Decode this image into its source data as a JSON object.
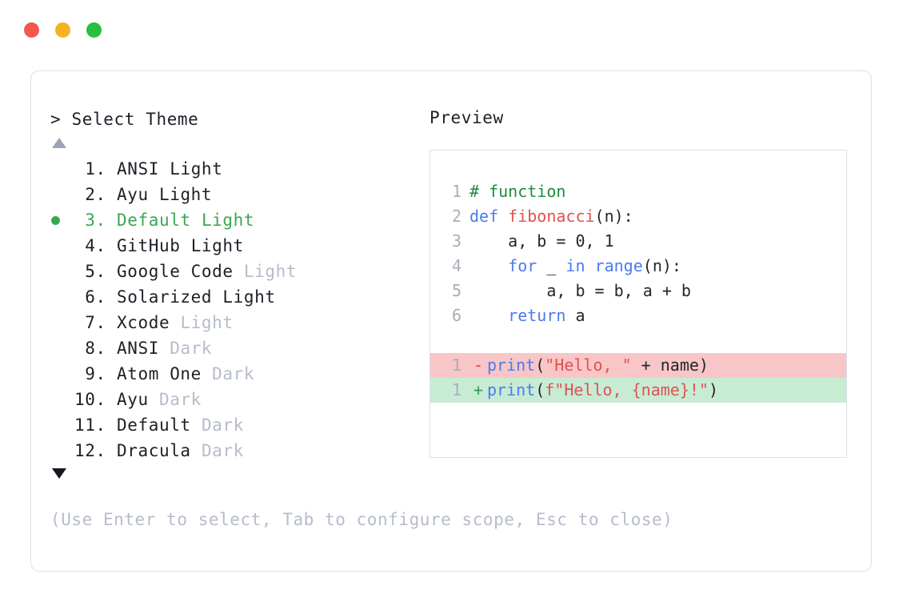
{
  "window": {
    "traffic_lights": [
      {
        "name": "close",
        "color": "#f2584f"
      },
      {
        "name": "minimize",
        "color": "#f5b324"
      },
      {
        "name": "maximize",
        "color": "#27bf3c"
      }
    ]
  },
  "left": {
    "prompt_caret": ">",
    "prompt_label": "Select Theme",
    "scroll_up_icon": "triangle-up-icon",
    "scroll_down_icon": "triangle-down-icon",
    "selected_index": 3,
    "selected_color": "#3aa852",
    "muted_color": "#b6bccb",
    "items": [
      {
        "num": " 1.",
        "name": "ANSI",
        "variant": "Light",
        "muted": false
      },
      {
        "num": " 2.",
        "name": "Ayu",
        "variant": "Light",
        "muted": false
      },
      {
        "num": " 3.",
        "name": "Default",
        "variant": "Light",
        "muted": false
      },
      {
        "num": " 4.",
        "name": "GitHub",
        "variant": "Light",
        "muted": false
      },
      {
        "num": " 5.",
        "name": "Google Code",
        "variant": "Light",
        "muted": true
      },
      {
        "num": " 6.",
        "name": "Solarized",
        "variant": "Light",
        "muted": false
      },
      {
        "num": " 7.",
        "name": "Xcode",
        "variant": "Light",
        "muted": true
      },
      {
        "num": " 8.",
        "name": "ANSI",
        "variant": "Dark",
        "muted": true
      },
      {
        "num": " 9.",
        "name": "Atom One",
        "variant": "Dark",
        "muted": true
      },
      {
        "num": "10.",
        "name": "Ayu",
        "variant": "Dark",
        "muted": true
      },
      {
        "num": "11.",
        "name": "Default",
        "variant": "Dark",
        "muted": true
      },
      {
        "num": "12.",
        "name": "Dracula",
        "variant": "Dark",
        "muted": true
      }
    ]
  },
  "right": {
    "preview_label": "Preview",
    "code_lines": [
      {
        "ln": "1",
        "tokens": [
          {
            "t": "# function",
            "c": "comment"
          }
        ]
      },
      {
        "ln": "2",
        "tokens": [
          {
            "t": "def ",
            "c": "kw"
          },
          {
            "t": "fibonacci",
            "c": "fn"
          },
          {
            "t": "(n):",
            "c": "plain"
          }
        ]
      },
      {
        "ln": "3",
        "tokens": [
          {
            "t": "    a, b = 0, 1",
            "c": "plain"
          }
        ]
      },
      {
        "ln": "4",
        "tokens": [
          {
            "t": "    ",
            "c": "plain"
          },
          {
            "t": "for",
            "c": "kw"
          },
          {
            "t": " _ ",
            "c": "plain"
          },
          {
            "t": "in",
            "c": "kw"
          },
          {
            "t": " ",
            "c": "plain"
          },
          {
            "t": "range",
            "c": "kw"
          },
          {
            "t": "(n):",
            "c": "plain"
          }
        ]
      },
      {
        "ln": "5",
        "tokens": [
          {
            "t": "        a, b = b, a + b",
            "c": "plain"
          }
        ]
      },
      {
        "ln": "6",
        "tokens": [
          {
            "t": "    ",
            "c": "plain"
          },
          {
            "t": "return",
            "c": "kw"
          },
          {
            "t": " a",
            "c": "plain"
          }
        ]
      }
    ],
    "diff_lines": [
      {
        "ln": "1",
        "marker": "-",
        "kind": "del",
        "tokens": [
          {
            "t": "print",
            "c": "kw"
          },
          {
            "t": "(",
            "c": "plain"
          },
          {
            "t": "\"Hello, \"",
            "c": "str"
          },
          {
            "t": " + name)",
            "c": "plain"
          }
        ]
      },
      {
        "ln": "1",
        "marker": "+",
        "kind": "add",
        "tokens": [
          {
            "t": "print",
            "c": "kw"
          },
          {
            "t": "(",
            "c": "plain"
          },
          {
            "t": "f\"Hello, {name}!\"",
            "c": "str"
          },
          {
            "t": ")",
            "c": "plain"
          }
        ]
      }
    ],
    "diff_del_bg": "#f8c6c6",
    "diff_add_bg": "#c8ebd4"
  },
  "footer": {
    "hint": "(Use Enter to select, Tab to configure scope, Esc to close)"
  }
}
